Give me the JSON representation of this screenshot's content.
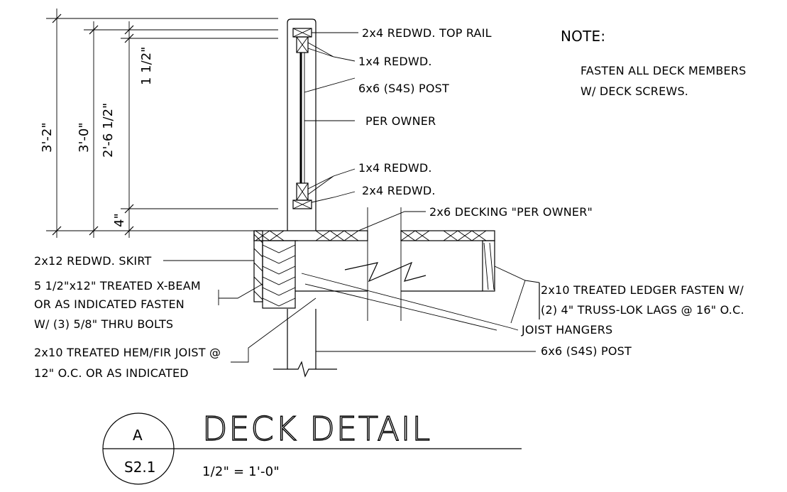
{
  "labels": {
    "top_rail": "2x4 REDWD. TOP RAIL",
    "redwd_1x4_upper": "1x4 REDWD.",
    "post_top": "6x6 (S4S) POST",
    "per_owner": "PER OWNER",
    "redwd_1x4_lower": "1x4 REDWD.",
    "redwd_2x4": "2x4 REDWD.",
    "decking": "2x6 DECKING \"PER OWNER\"",
    "skirt": "2x12 REDWD. SKIRT",
    "xbeam_1": "5 1/2\"x12\" TREATED X-BEAM",
    "xbeam_2": "OR AS INDICATED FASTEN",
    "xbeam_3": "W/ (3) 5/8\" THRU BOLTS",
    "ledger_1": "2x10 TREATED LEDGER FASTEN W/",
    "ledger_2": "(2) 4\" TRUSS-LOK LAGS @ 16\" O.C.",
    "joist_hangers": "JOIST HANGERS",
    "post_bottom": "6x6 (S4S) POST",
    "joist_1": "2x10 TREATED HEM/FIR JOIST @",
    "joist_2": "12\" O.C. OR AS INDICATED"
  },
  "note": {
    "heading": "NOTE:",
    "line1": "FASTEN ALL DECK MEMBERS",
    "line2": "W/ DECK SCREWS."
  },
  "dimensions": {
    "overall": "3'-2\"",
    "rail_height": "3'-0\"",
    "infill": "2'-6 1/2\"",
    "top_gap": "1 1/2\"",
    "bottom_gap": "4\""
  },
  "title_block": {
    "detail_letter": "A",
    "sheet": "S2.1",
    "title": "DECK DETAIL",
    "scale": "1/2\" = 1'-0\""
  }
}
